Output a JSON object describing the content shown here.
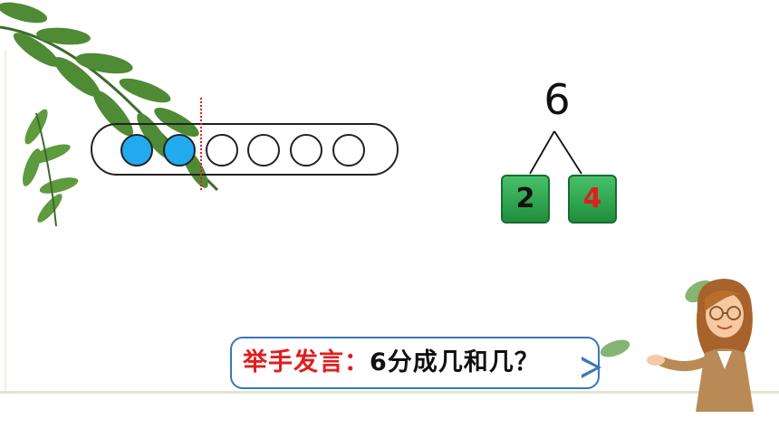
{
  "number_bond": {
    "total": "6",
    "left_part": "2",
    "right_part": "4"
  },
  "bead_bar": {
    "filled_count": 2,
    "empty_count": 4
  },
  "prompt": {
    "label": "举手发言：",
    "question": "6分成几和几？"
  },
  "colors": {
    "bead_filled": "#22aaee",
    "part_box": "#2a9d48",
    "left_part_text": "#111111",
    "right_part_text": "#e01e1e",
    "divider": "#e02020",
    "bubble_border": "#3a78b8"
  }
}
